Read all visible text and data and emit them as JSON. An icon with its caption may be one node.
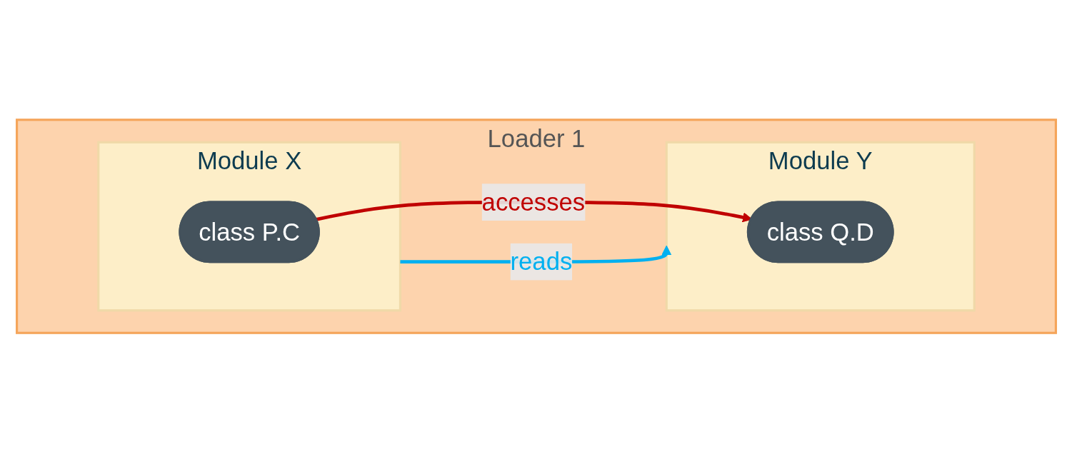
{
  "diagram": {
    "nodes": [
      {
        "text": [
          "Loader 1"
        ]
      },
      {
        "text": [
          "Module X"
        ],
        "in": 0
      },
      {
        "text": [
          "class P.C"
        ],
        "in": 1
      },
      {
        "text": [
          "Module Y"
        ],
        "in": 0
      },
      {
        "text": [
          "class Q.D"
        ],
        "in": 3
      }
    ],
    "edges": [
      {
        "from": 1,
        "to": 3,
        "arrow": "to",
        "label": "reads",
        "color": "#00b0f0"
      },
      {
        "from": 2,
        "to": 4,
        "arrow": "to",
        "label": "accesses",
        "color": "#c00000"
      }
    ]
  }
}
